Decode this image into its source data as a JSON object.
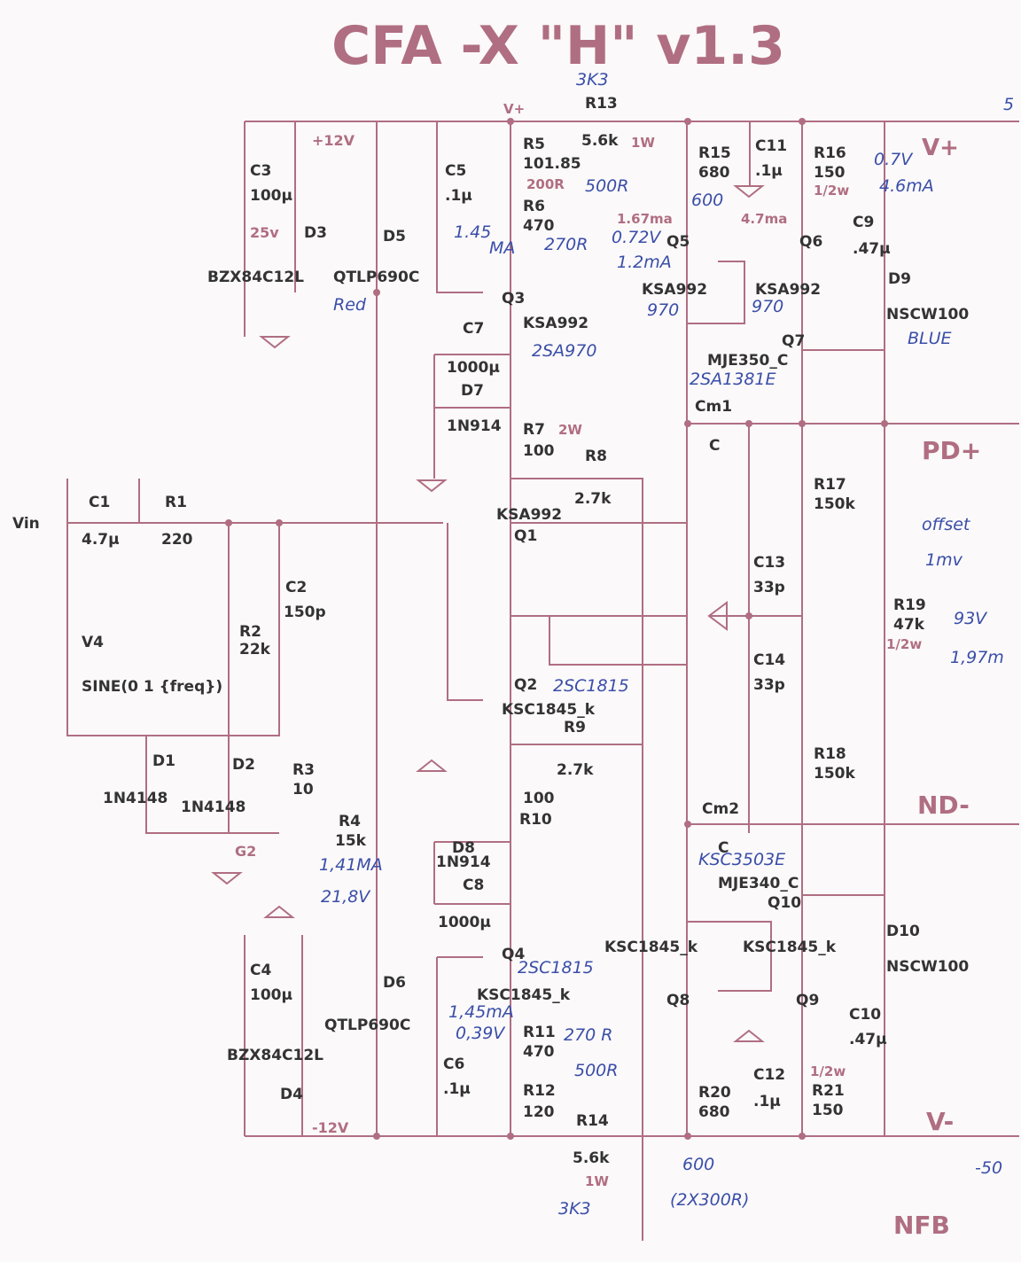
{
  "title": "CFA -X \"H\" v1.3",
  "ports": {
    "vplus_top": "V+",
    "vplus_right": "V+",
    "pd": "PD+",
    "nd": "ND-",
    "vminus": "V-",
    "nfb": "NFB",
    "vin": "Vin",
    "p12": "+12V",
    "m12": "-12V",
    "g2": "G2"
  },
  "labels": [
    [
      "C3",
      "100µ"
    ],
    [
      "25v",
      "D3"
    ],
    [
      "BZX84C12L",
      "D5"
    ],
    [
      "QTLP690C",
      "C5"
    ],
    [
      ".1µ",
      "R5"
    ],
    [
      "101.85",
      "200R"
    ],
    [
      "R6",
      "470"
    ],
    [
      "R13",
      "5.6k"
    ],
    [
      "1W",
      "R15"
    ],
    [
      "680",
      "C11"
    ],
    [
      ".1µ",
      "R16"
    ],
    [
      "150",
      "1/2w"
    ],
    [
      "1.67ma",
      "4.7ma"
    ],
    [
      "C9",
      ".47µ"
    ],
    [
      "Q5",
      "Q6"
    ],
    [
      "KSA992",
      "KSA992"
    ],
    [
      "Q3",
      "KSA992"
    ],
    [
      "C7",
      "1000µ"
    ],
    [
      "D7",
      "1N914"
    ],
    [
      "R7",
      "100"
    ],
    [
      "2W",
      "R8"
    ],
    [
      "2.7k",
      "Q1"
    ],
    [
      "KSA992",
      "C1"
    ],
    [
      "4.7µ",
      "R1"
    ],
    [
      "220",
      "C2"
    ],
    [
      "150p",
      "R2"
    ],
    [
      "22k",
      "V4"
    ],
    [
      "SINE(0 1 {freq})",
      "Q2"
    ],
    [
      "KSC1845_k",
      "R9"
    ],
    [
      "2.7k",
      "D1"
    ],
    [
      "1N4148",
      "D2"
    ],
    [
      "1N4148",
      "R3"
    ],
    [
      "10",
      "R4"
    ],
    [
      "15k",
      "D8"
    ],
    [
      "1N914",
      "C8"
    ],
    [
      "1000µ",
      "R10"
    ],
    [
      "100",
      "Q4"
    ],
    [
      "KSC1845_k",
      "R11"
    ],
    [
      "470",
      "R12"
    ],
    [
      "120",
      "R14"
    ],
    [
      "5.6k",
      "C6"
    ],
    [
      ".1µ",
      "C4"
    ],
    [
      "100µ",
      "D4"
    ],
    [
      "BZX84C12L",
      "QTLP690C"
    ],
    [
      "D6",
      "Q7"
    ],
    [
      "MJE350_C",
      "D9"
    ],
    [
      "NSCW100",
      "Cm1"
    ],
    [
      "C",
      "R17"
    ],
    [
      "150k",
      "C13"
    ],
    [
      "33p",
      "C14"
    ],
    [
      "33p",
      "R18"
    ],
    [
      "150k",
      "R19"
    ],
    [
      "47k",
      "1/2w"
    ],
    [
      "Cm2",
      "C"
    ],
    [
      "MJE340_C",
      "Q10"
    ],
    [
      "KSC1845_k",
      "KSC1845_k"
    ],
    [
      "Q8",
      "Q9"
    ],
    [
      "D10",
      "NSCW100"
    ],
    [
      "C10",
      ".47µ"
    ],
    [
      "R20",
      "680"
    ],
    [
      "C12",
      ".1µ"
    ],
    [
      "R21",
      "150"
    ],
    [
      "1/2w",
      "1W"
    ]
  ],
  "notes": {
    "n3k3": "3K3",
    "n500": "500R",
    "n600": "600",
    "n07": "0.7V",
    "n46": "4.6mA",
    "n145": "1.45",
    "nMA": "MA",
    "n270": "270R",
    "n072": "0.72V",
    "n12": "1.2mA",
    "n970a": "970",
    "n970b": "970",
    "nRed": "Red",
    "n2sa970": "2SA970",
    "n2sa1381": "2SA1381E",
    "nblue": "BLUE",
    "noff": "offset",
    "n1mv": "1mv",
    "n93": "93V",
    "n197": "1,97m",
    "n2sc1815a": "2SC1815",
    "n141": "1,41MA",
    "n218": "21,8V",
    "n2sc1815b": "2SC1815",
    "nksc": "KSC3503E",
    "n145b": "1,45mA",
    "n039": "0,39V",
    "n270b": "270 R",
    "n500b": "500R",
    "n600b": "600",
    "n2x300": "(2X300R)",
    "n3k3b": "3K3",
    "n5top": "5",
    "n50": "-50"
  }
}
